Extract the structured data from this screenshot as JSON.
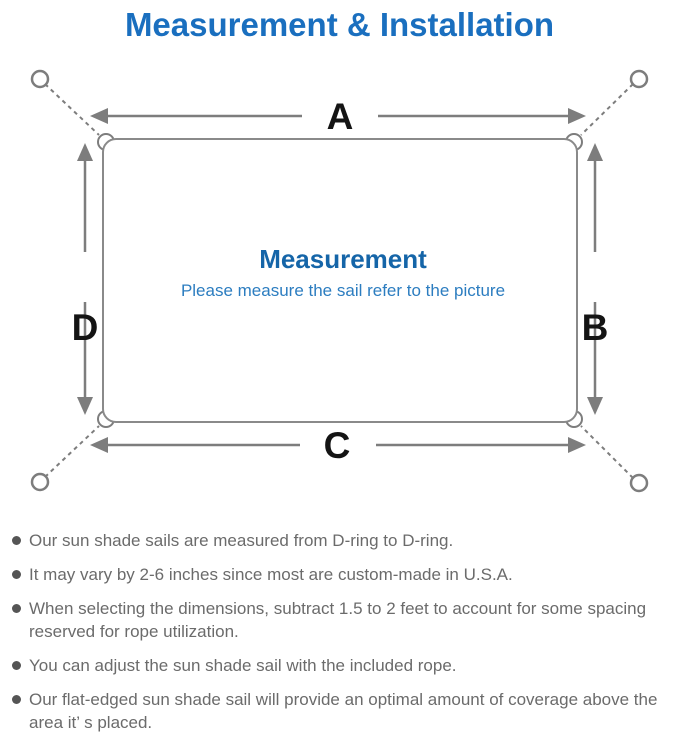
{
  "title": "Measurement & Installation",
  "diagram": {
    "label_top": "A",
    "label_right": "B",
    "label_bottom": "C",
    "label_left": "D",
    "center_title": "Measurement",
    "center_subtitle": "Please measure the sail refer to the picture"
  },
  "notes": [
    "Our sun shade sails are measured from D-ring to D-ring.",
    "It may vary by 2-6 inches since most are custom-made in U.S.A.",
    "When selecting the dimensions, subtract 1.5 to 2 feet to account for some spacing reserved for rope utilization.",
    "You can adjust the sun shade sail with the included rope.",
    "Our flat-edged sun shade sail will provide an optimal amount of coverage above the area it’ s placed."
  ],
  "colors": {
    "title_blue": "#1a6fbf",
    "center_title_blue": "#1565a8",
    "subtitle_blue": "#2c7dc0",
    "line_gray": "#7d7d7d",
    "letter_black": "#141414",
    "note_text_gray": "#6b6b6b",
    "bullet_gray": "#555555"
  }
}
